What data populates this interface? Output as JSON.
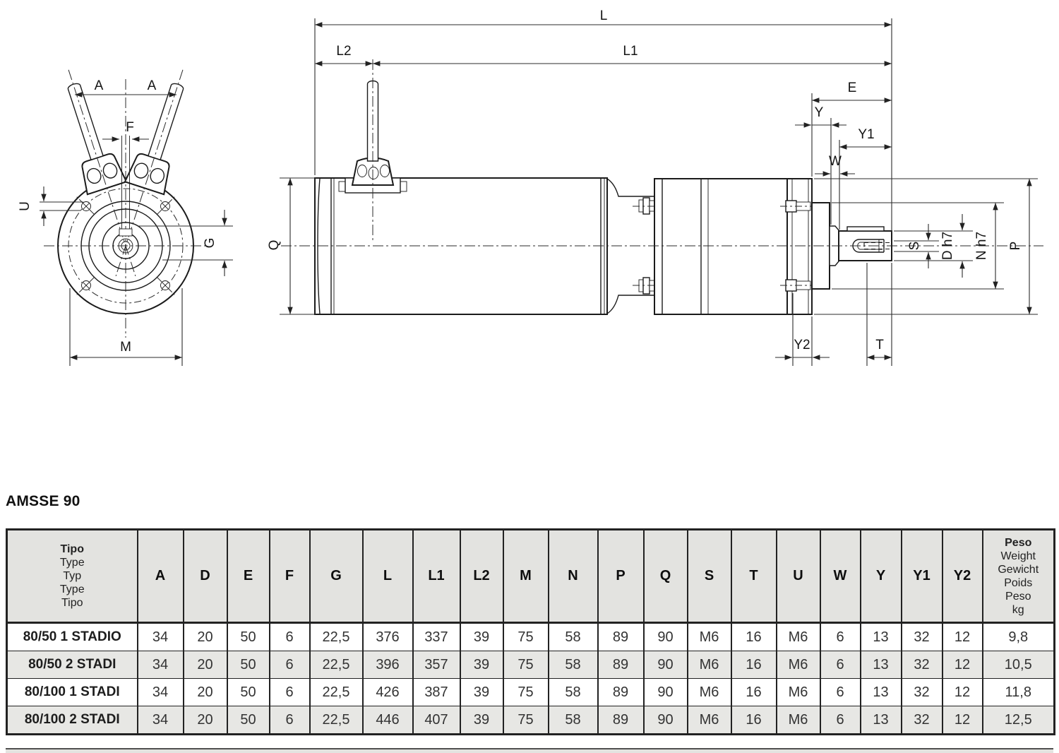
{
  "title": "AMSSE 90",
  "drawing": {
    "labels": {
      "L": "L",
      "L1": "L1",
      "L2": "L2",
      "E": "E",
      "Y": "Y",
      "Y1": "Y1",
      "W": "W",
      "Y2": "Y2",
      "T": "T",
      "S": "S",
      "D_h7": "D h7",
      "N_h7": "N h7",
      "P": "P",
      "Q": "Q",
      "A": "A",
      "F": "F",
      "U": "U",
      "G": "G",
      "M": "M"
    }
  },
  "table": {
    "header": {
      "tipo_lines": [
        "Tipo",
        "Type",
        "Typ",
        "Type",
        "Tipo"
      ],
      "dim_columns": [
        "A",
        "D",
        "E",
        "F",
        "G",
        "L",
        "L1",
        "L2",
        "M",
        "N",
        "P",
        "Q",
        "S",
        "T",
        "U",
        "W",
        "Y",
        "Y1",
        "Y2"
      ],
      "peso_lines": [
        "Peso",
        "Weight",
        "Gewicht",
        "Poids",
        "Peso",
        "kg"
      ]
    },
    "rows": [
      {
        "tipo": "80/50 1 STADIO",
        "values": [
          "34",
          "20",
          "50",
          "6",
          "22,5",
          "376",
          "337",
          "39",
          "75",
          "58",
          "89",
          "90",
          "M6",
          "16",
          "M6",
          "6",
          "13",
          "32",
          "12"
        ],
        "peso": "9,8"
      },
      {
        "tipo": "80/50 2 STADI",
        "values": [
          "34",
          "20",
          "50",
          "6",
          "22,5",
          "396",
          "357",
          "39",
          "75",
          "58",
          "89",
          "90",
          "M6",
          "16",
          "M6",
          "6",
          "13",
          "32",
          "12"
        ],
        "peso": "10,5"
      },
      {
        "tipo": "80/100 1 STADI",
        "values": [
          "34",
          "20",
          "50",
          "6",
          "22,5",
          "426",
          "387",
          "39",
          "75",
          "58",
          "89",
          "90",
          "M6",
          "16",
          "M6",
          "6",
          "13",
          "32",
          "12"
        ],
        "peso": "11,8"
      },
      {
        "tipo": "80/100 2 STADI",
        "values": [
          "34",
          "20",
          "50",
          "6",
          "22,5",
          "446",
          "407",
          "39",
          "75",
          "58",
          "89",
          "90",
          "M6",
          "16",
          "M6",
          "6",
          "13",
          "32",
          "12"
        ],
        "peso": "12,5"
      }
    ]
  }
}
